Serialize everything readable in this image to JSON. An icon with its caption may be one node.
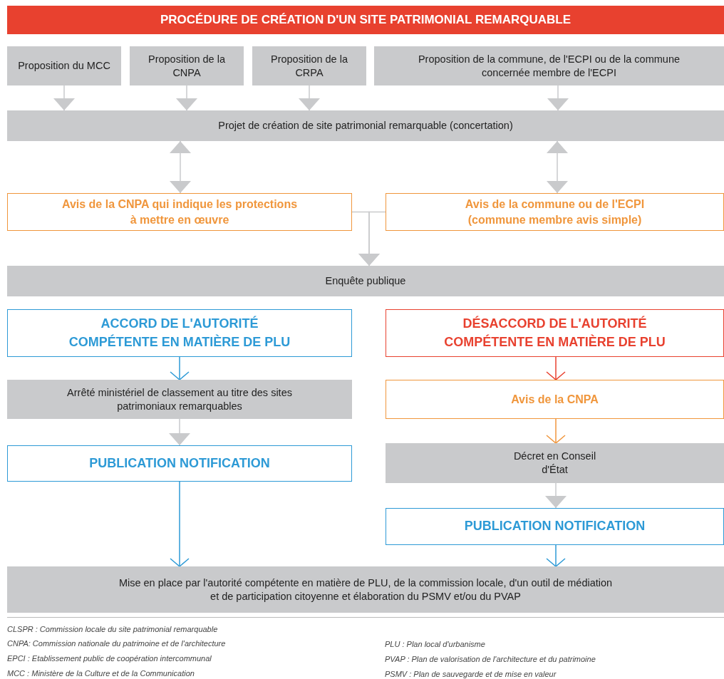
{
  "diagram": {
    "title": "PROCÉDURE DE CRÉATION D'UN SITE PATRIMONIAL REMARQUABLE",
    "nodes": [
      {
        "text": [
          "Proposition du MCC"
        ]
      },
      {
        "text": [
          "Proposition de la CNPA"
        ]
      },
      {
        "text": [
          "Proposition de la CRPA"
        ]
      },
      {
        "text": [
          "Proposition de la commune, de l'ECPI ou de la commune concernée membre de l'ECPI"
        ]
      },
      {
        "text": [
          "Projet de création de site patrimonial remarquable (concertation)"
        ]
      },
      {
        "text": [
          "Avis de la CNPA qui indique les protections à mettre en œuvre"
        ]
      },
      {
        "text": [
          "Avis de la commune ou de l'ECPI (commune membre avis simple)"
        ]
      },
      {
        "text": [
          "Enquête publique"
        ]
      },
      {
        "text": [
          "ACCORD DE L'AUTORITÉ COMPÉTENTE EN MATIÈRE DE PLU"
        ]
      },
      {
        "text": [
          "DÉSACCORD DE L'AUTORITÉ COMPÉTENTE EN MATIÈRE DE PLU"
        ]
      },
      {
        "text": [
          "Arrêté ministériel de classement au titre des sites patrimoniaux remarquables"
        ]
      },
      {
        "text": [
          "Avis de la CNPA"
        ]
      },
      {
        "text": [
          "PUBLICATION NOTIFICATION"
        ]
      },
      {
        "text": [
          "Décret en Conseil d'État"
        ]
      },
      {
        "text": [
          "PUBLICATION NOTIFICATION"
        ]
      },
      {
        "text": [
          "Mise en place par l'autorité compétente en matière de PLU, de la commission locale, d'un outil de médiation et de participation citoyenne et élaboration du PSMV et/ou du PVAP"
        ]
      }
    ],
    "edges": [
      {
        "from": 0,
        "to": 4,
        "arrow": "to"
      },
      {
        "from": 1,
        "to": 4,
        "arrow": "to"
      },
      {
        "from": 2,
        "to": 4,
        "arrow": "to"
      },
      {
        "from": 3,
        "to": 4,
        "arrow": "to"
      },
      {
        "from": 4,
        "to": 5,
        "arrow": "both"
      },
      {
        "from": 4,
        "to": 6,
        "arrow": "both"
      },
      {
        "from": 5,
        "to": 7,
        "arrow": "to"
      },
      {
        "from": 6,
        "to": 7,
        "arrow": "to"
      },
      {
        "from": 8,
        "to": 10,
        "arrow": "to",
        "color": "#2d9ad6"
      },
      {
        "from": 10,
        "to": 12,
        "arrow": "to"
      },
      {
        "from": 12,
        "to": 15,
        "arrow": "to",
        "color": "#2d9ad6"
      },
      {
        "from": 9,
        "to": 11,
        "arrow": "to",
        "color": "#e8412f"
      },
      {
        "from": 11,
        "to": 13,
        "arrow": "to",
        "color": "#f0963c"
      },
      {
        "from": 13,
        "to": 14,
        "arrow": "to"
      },
      {
        "from": 14,
        "to": 15,
        "arrow": "to",
        "color": "#2d9ad6"
      }
    ],
    "labels": [
      "CLSPR : Commission locale du site patrimonial remarquable",
      "CNPA: Commission nationale du patrimoine et de l'architecture",
      "PLU : Plan local d'urbanisme",
      "EPCI : Etablissement public de coopération intercommunal",
      "PVAP : Plan de valorisation de l'architecture et du patrimoine",
      "MCC : Ministère de la Culture et de la Communication",
      "PSMV : Plan de sauvegarde et de mise en valeur"
    ]
  }
}
